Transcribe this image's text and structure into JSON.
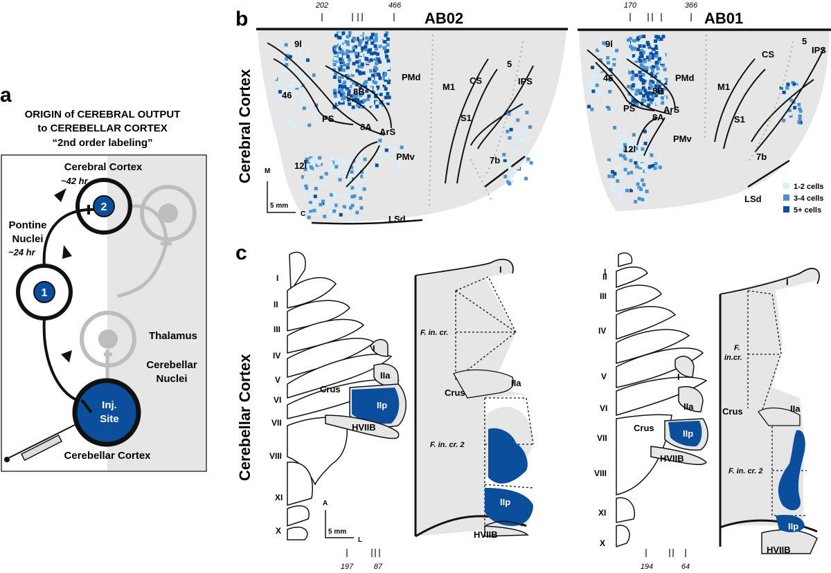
{
  "panel_a": {
    "letter": "a",
    "title_line1": "ORIGIN of CEREBRAL OUTPUT",
    "title_line2": "to CEREBELLAR CORTEX",
    "title_line3": "“2nd order labeling”",
    "cerebral_cortex": "Cerebral Cortex",
    "time_42": "~42 hr",
    "pontine_line1": "Pontine",
    "pontine_line2": "Nuclei",
    "time_24": "~24 hr",
    "thalamus": "Thalamus",
    "cerebellar_nuclei_line1": "Cerebellar",
    "cerebellar_nuclei_line2": "Nuclei",
    "inj_line1": "Inj.",
    "inj_line2": "Site",
    "cerebellar_cortex": "Cerebellar Cortex",
    "node1": "1",
    "node2": "2",
    "colors": {
      "blue": "#0b4f9c",
      "gray": "#bdbdbd",
      "shade": "#e6e6e6"
    }
  },
  "panel_b": {
    "letter": "b",
    "row_label": "Cerebral Cortex",
    "left_title": "AB02",
    "right_title": "AB01",
    "left_ticks": [
      "202",
      "466"
    ],
    "right_ticks": [
      "170",
      "366"
    ],
    "left_regions": [
      "9l",
      "46",
      "8B",
      "PMd",
      "M1",
      "CS",
      "5",
      "IPS",
      "PS",
      "8A",
      "ArS",
      "S1",
      "12l",
      "PMv",
      "7b",
      "LSd"
    ],
    "right_regions": [
      "9l",
      "46",
      "8B",
      "PMd",
      "M1",
      "CS",
      "5",
      "IPS",
      "PS",
      "ArS",
      "8A",
      "S1",
      "12l",
      "PMv",
      "7b",
      "LSd"
    ],
    "orientation": {
      "m": "M",
      "c": "C",
      "scale": "5 mm"
    },
    "legend": [
      {
        "label": "1-2 cells",
        "color": "#d8eef8"
      },
      {
        "label": "3-4 cells",
        "color": "#4a93d0"
      },
      {
        "label": "5+ cells",
        "color": "#0b4f9c"
      }
    ]
  },
  "panel_c": {
    "letter": "c",
    "row_label": "Cerebellar Cortex",
    "left_lobules": [
      "I",
      "II",
      "III",
      "IV",
      "V",
      "VI",
      "VII",
      "VIII",
      "XI",
      "X"
    ],
    "left_inner": {
      "i": "I",
      "iia": "IIa",
      "iip": "IIp",
      "crus": "Crus",
      "hviib": "HVIIB"
    },
    "left_flat": {
      "i": "I",
      "fincr": "F. in. cr.",
      "crus": "Crus",
      "iia": "IIa",
      "fincr2": "F. in. cr. 2",
      "iip": "IIp",
      "hviib": "HVIIB"
    },
    "right_lobules": [
      "I",
      "II",
      "III",
      "IV",
      "V",
      "VI",
      "VII",
      "VIII",
      "XI",
      "X"
    ],
    "right_inner": {
      "i": "I",
      "iia": "IIa",
      "iip": "IIp",
      "crus": "Crus",
      "hviib": "HVIIB"
    },
    "right_flat": {
      "i": "I",
      "fincr_a": "F.",
      "fincr_b": "in.cr.",
      "crus": "Crus",
      "iia": "IIa",
      "fincr2": "F. in. cr. 2",
      "iip": "IIp",
      "hviib": "HVIIB"
    },
    "left_ticks": [
      "197",
      "87"
    ],
    "right_ticks": [
      "194",
      "64"
    ],
    "orientation": {
      "a": "A",
      "l": "L",
      "scale": "5 mm"
    }
  }
}
